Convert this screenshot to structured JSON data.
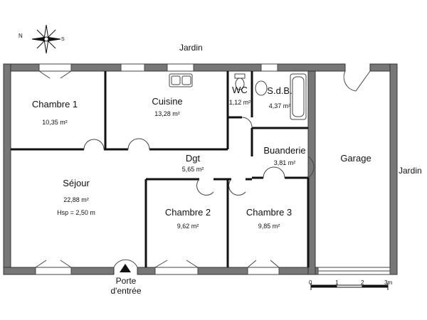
{
  "compass": {
    "north": "N",
    "south": "S"
  },
  "exterior": {
    "garden_top": "Jardin",
    "garden_right": "Jardin",
    "entrance_line1": "Porte",
    "entrance_line2": "d'entrée"
  },
  "rooms": {
    "chambre1": {
      "name": "Chambre 1",
      "area": "10,35 m²"
    },
    "cuisine": {
      "name": "Cuisine",
      "area": "13,28 m²"
    },
    "wc": {
      "name": "WC",
      "area": "1,12 m²"
    },
    "sdb": {
      "name": "S.d.B.",
      "area": "4,37 m²"
    },
    "garage": {
      "name": "Garage"
    },
    "buanderie": {
      "name": "Buanderie",
      "area": "3,81 m²"
    },
    "dgt": {
      "name": "Dgt",
      "area": "5,65 m²"
    },
    "sejour": {
      "name": "Séjour",
      "area": "22,88 m²",
      "note": "Hsp = 2,50 m"
    },
    "chambre2": {
      "name": "Chambre 2",
      "area": "9,62 m²"
    },
    "chambre3": {
      "name": "Chambre 3",
      "area": "9,85 m²"
    }
  },
  "scale": {
    "ticks": [
      "0",
      "1",
      "2",
      "3m"
    ]
  },
  "colors": {
    "wall": "#777777",
    "wall_outline": "#333333",
    "partition": "#111111"
  }
}
